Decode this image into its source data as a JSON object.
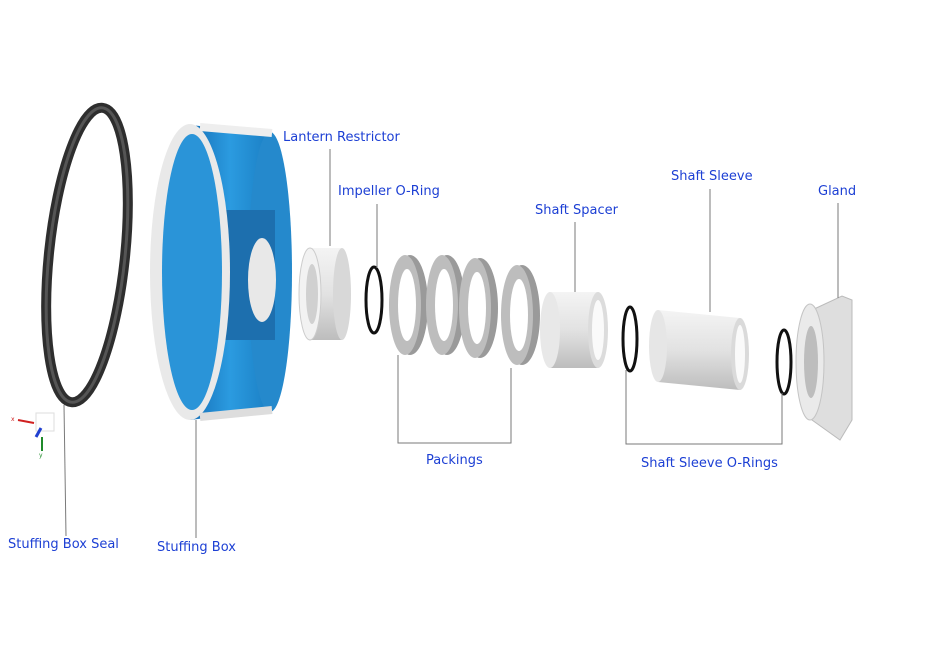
{
  "title": "Stuffing Box Exploded View",
  "labels": {
    "stuffing_box_seal": "Stuffing Box Seal",
    "stuffing_box": "Stuffing Box",
    "lantern_restrictor": "Lantern Restrictor",
    "impeller_o_ring": "Impeller O-Ring",
    "packings": "Packings",
    "shaft_spacer": "Shaft Spacer",
    "shaft_sleeve": "Shaft Sleeve",
    "shaft_sleeve_o_rings": "Shaft Sleeve O-Rings",
    "gland": "Gland"
  },
  "axis_triad": {
    "x": "x",
    "y": "y"
  },
  "colors": {
    "label": "#1c3fd4",
    "stuffing_box": "#1e8fd0",
    "seal": "#3a3a3a",
    "part": "#e6e6e6"
  }
}
